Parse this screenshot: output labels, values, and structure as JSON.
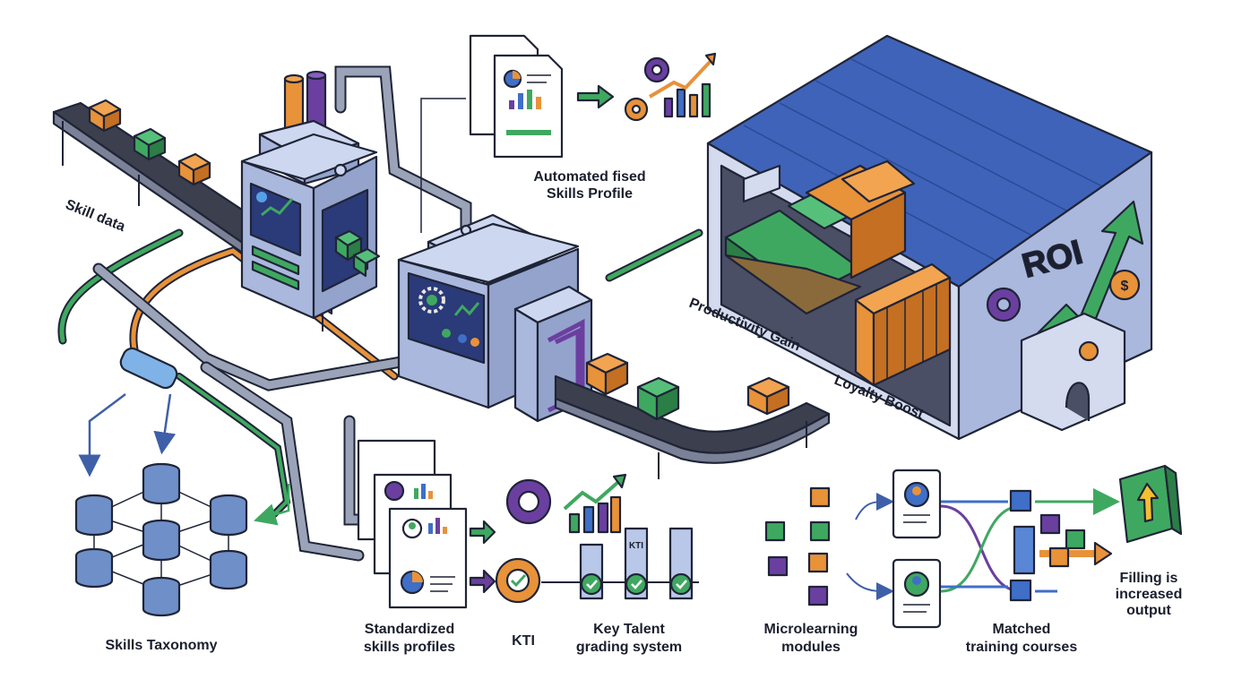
{
  "labels": {
    "skill_data": "Skill data",
    "automated_profile_line1": "Automated fised",
    "automated_profile_line2": "Skills Profile",
    "productivity_gain": "Productivity Gain",
    "loyalty_boost": "Loyalty Boost",
    "roi": "ROI",
    "skills_taxonomy": "Skills Taxonomy",
    "standardized_line1": "Standardized",
    "standardized_line2": "skills profiles",
    "kti": "KTI",
    "key_talent_line1": "Key Talent",
    "key_talent_line2": "grading system",
    "kti_bar_text": "KTI",
    "microlearning_line1": "Microlearning",
    "microlearning_line2": "modules",
    "matched_line1": "Matched",
    "matched_line2": "training courses",
    "filling_line1": "Filling is",
    "filling_line2": "increased",
    "filling_line3": "output"
  },
  "colors": {
    "outline": "#1f2437",
    "blue": "#3f6fc7",
    "machine": "#b9c7e8",
    "orange": "#e8923a",
    "green": "#3fa860",
    "purple": "#6b3fa0",
    "belt": "#3b3f4e"
  }
}
